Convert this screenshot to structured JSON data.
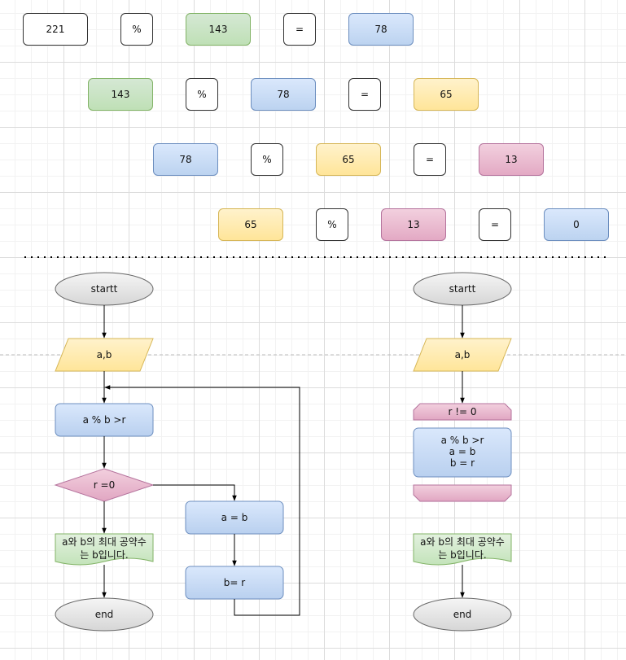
{
  "computation_rows": [
    {
      "a": "221",
      "op": "%",
      "b": "143",
      "eq": "=",
      "r": "78"
    },
    {
      "a": "143",
      "op": "%",
      "b": "78",
      "eq": "=",
      "r": "65"
    },
    {
      "a": "78",
      "op": "%",
      "b": "65",
      "eq": "=",
      "r": "13"
    },
    {
      "a": "65",
      "op": "%",
      "b": "13",
      "eq": "=",
      "r": "0"
    }
  ],
  "left_flow": {
    "start": "startt",
    "input": "a,b",
    "process": "a % b >r",
    "decision": "r =0",
    "assign_a": "a = b",
    "assign_b": "b= r",
    "output_line1": "a와 b의 최대 공약수",
    "output_line2": "는 b입니다.",
    "end": "end"
  },
  "right_flow": {
    "start": "startt",
    "input": "a,b",
    "loop_condition": "r != 0",
    "loop_body_line1": "a % b >r",
    "loop_body_line2": "a = b",
    "loop_body_line3": "b = r",
    "output_line1": "a와 b의 최대 공약수",
    "output_line2": "는 b입니다.",
    "end": "end"
  },
  "colors": {
    "gray_fill": "#e6e6e6",
    "gray_stroke": "#666666",
    "yellow_fill": "#fff2cc",
    "yellow_stroke": "#d6b656",
    "blue_fill": "#dae8fc",
    "blue_stroke": "#6c8ebf",
    "pink_fill": "#e6b8cf",
    "pink_stroke": "#b5739d",
    "green_fill": "#d5e8d4",
    "green_stroke": "#82b366"
  }
}
